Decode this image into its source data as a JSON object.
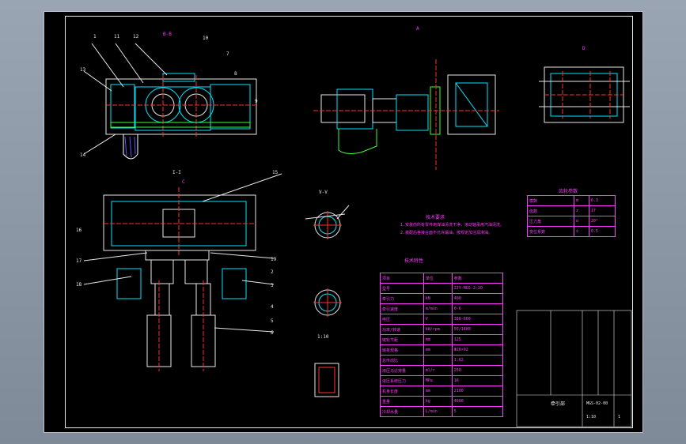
{
  "views": {
    "section_bb": "B-B",
    "view_a_top": "A",
    "view_c": "C",
    "view_d": "D",
    "section_ii": "I-I",
    "section_vv": "V-V",
    "scale_label": "1:10"
  },
  "balloons": [
    "1",
    "11",
    "12",
    "13",
    "14",
    "15",
    "16",
    "17",
    "18",
    "19",
    "2",
    "3",
    "4",
    "5",
    "6",
    "7",
    "8",
    "9",
    "10"
  ],
  "notes": {
    "title": "技术要求",
    "line1": "1.安装前所有零件用煤油清洗干净，滚动轴承用汽油清洗。",
    "line2": "2.装配后各接合面不允许漏油，按规定加注润滑油。"
  },
  "main_table": {
    "title": "技术特性",
    "rows": [
      [
        "项目",
        "单位",
        "参数"
      ],
      [
        "型号",
        "",
        "ZJY-MGS-2-20"
      ],
      [
        "牵引力",
        "kN",
        "400"
      ],
      [
        "牵引速度",
        "m/min",
        "0-6"
      ],
      [
        "电压",
        "V",
        "380-660"
      ],
      [
        "功率/转速",
        "kW/rpm",
        "55/1480"
      ],
      [
        "链轮节距",
        "mm",
        "125"
      ],
      [
        "链条规格",
        "mm",
        "Φ26×92"
      ],
      [
        "总传动比",
        "",
        "1:62"
      ],
      [
        "液压马达排量",
        "ml/r",
        "250"
      ],
      [
        "液压系统压力",
        "MPa",
        "16"
      ],
      [
        "机身长度",
        "mm",
        "2100"
      ],
      [
        "重量",
        "kg",
        "4600"
      ],
      [
        "冷却水量",
        "L/min",
        "5"
      ]
    ]
  },
  "side_table": {
    "title": "齿轮参数",
    "rows": [
      [
        "模数",
        "m",
        "6.3"
      ],
      [
        "齿数",
        "z",
        "17"
      ],
      [
        "压力角",
        "α",
        "20°"
      ],
      [
        "变位系数",
        "x",
        "0.5"
      ]
    ]
  },
  "title_block": {
    "drawing_title": "牵引部",
    "drawing_no": "MGS-02-00",
    "scale": "1:10",
    "sheet": "1"
  }
}
